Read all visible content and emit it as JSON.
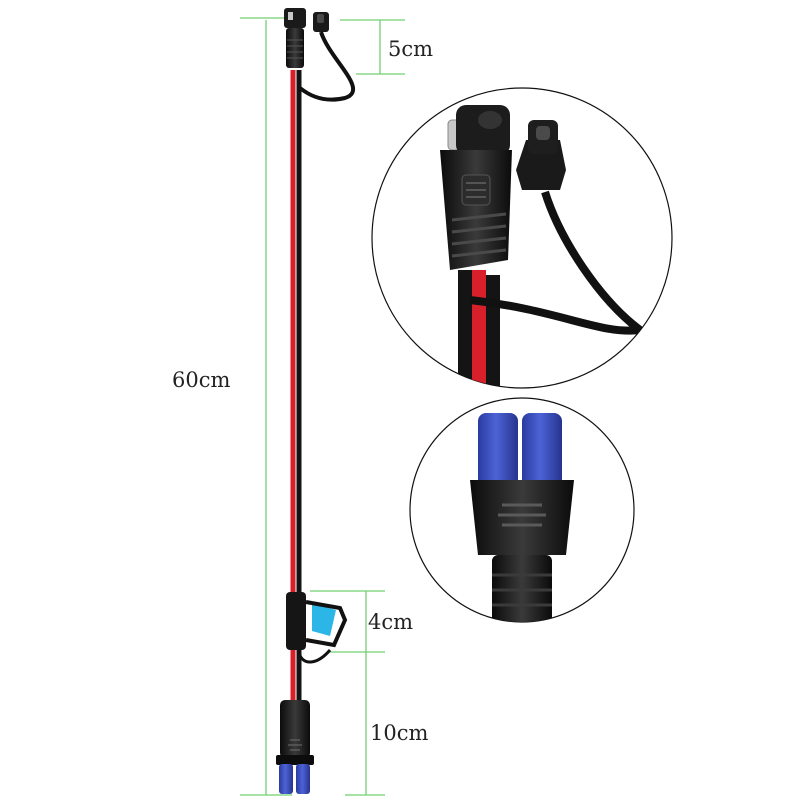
{
  "dimensions": {
    "total_length": "60cm",
    "top_branch": "5cm",
    "fuse_section": "4cm",
    "bottom_section": "10cm"
  },
  "colors": {
    "wire_red": "#d8202a",
    "wire_black": "#151515",
    "connector_blue": "#3246b8",
    "fuse_cyan": "#2cb6e8",
    "dimension_line": "#6fd06f"
  },
  "icons": {
    "sae_connector": "sae-connector",
    "ec5_connector": "ec5-connector",
    "fuse_holder": "fuse-holder"
  }
}
